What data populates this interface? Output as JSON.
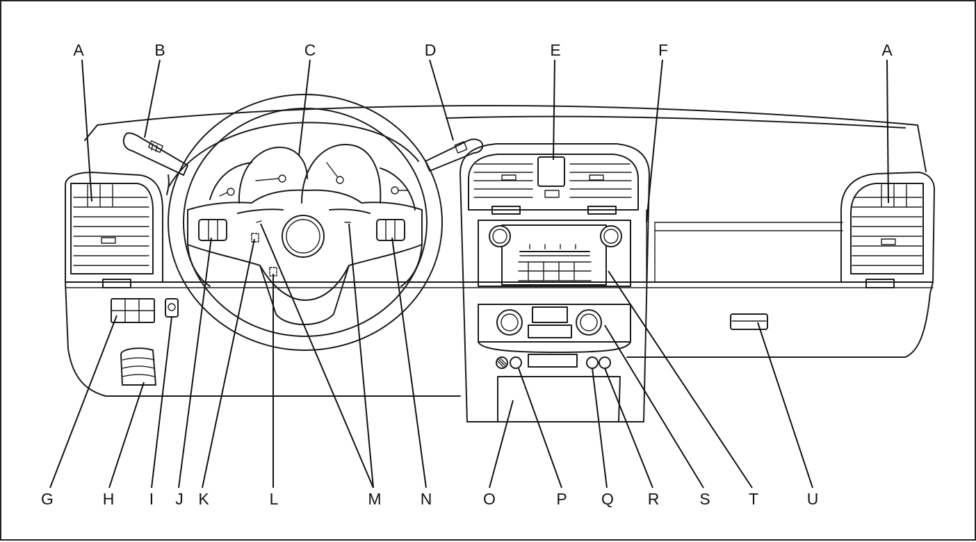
{
  "callouts": {
    "a_left": "A",
    "b": "B",
    "c": "C",
    "d": "D",
    "e": "E",
    "f": "F",
    "a_right": "A",
    "g": "G",
    "h": "H",
    "i": "I",
    "j": "J",
    "k": "K",
    "l": "L",
    "m": "M",
    "n": "N",
    "o": "O",
    "p": "P",
    "q": "Q",
    "r": "R",
    "s": "S",
    "t": "T",
    "u": "U"
  }
}
